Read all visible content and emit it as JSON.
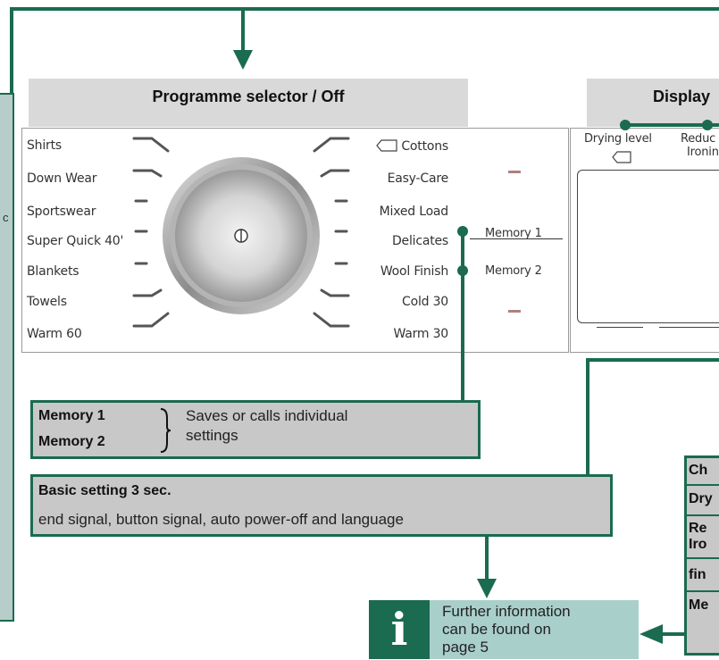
{
  "header_prog": "Programme selector / Off",
  "header_display": "Display",
  "left_programmes": [
    "Shirts",
    "Down Wear",
    "Sportswear",
    "Super Quick 40'",
    "Blankets",
    "Towels",
    "Warm 60"
  ],
  "right_programmes": [
    "Cottons",
    "Easy-Care",
    "Mixed Load",
    "Delicates",
    "Wool Finish",
    "Cold 30",
    "Warm 30"
  ],
  "memory1": "Memory 1",
  "memory2": "Memory 2",
  "drying_level": "Drying level",
  "reduced_l1": "Reduc",
  "reduced_l2": "Ironin",
  "memory_box": {
    "m1": "Memory 1",
    "m2": "Memory 2",
    "desc_l1": "Saves or calls individual",
    "desc_l2": "settings"
  },
  "basic_setting": {
    "title": "Basic setting 3 sec.",
    "desc": "end signal, button signal, auto power-off and language"
  },
  "info": {
    "l1": "Further information",
    "l2": "can be found on",
    "l3": "page 5",
    "icon": "i"
  },
  "right_box": [
    "Ch",
    "Dry",
    "Re",
    "Iro",
    "fin",
    "Me"
  ],
  "side_c": "c",
  "colors": {
    "accent_green": "#1a6b4f",
    "teal_panel": "#b7cdc9",
    "grey_box": "#c8c8c8"
  }
}
